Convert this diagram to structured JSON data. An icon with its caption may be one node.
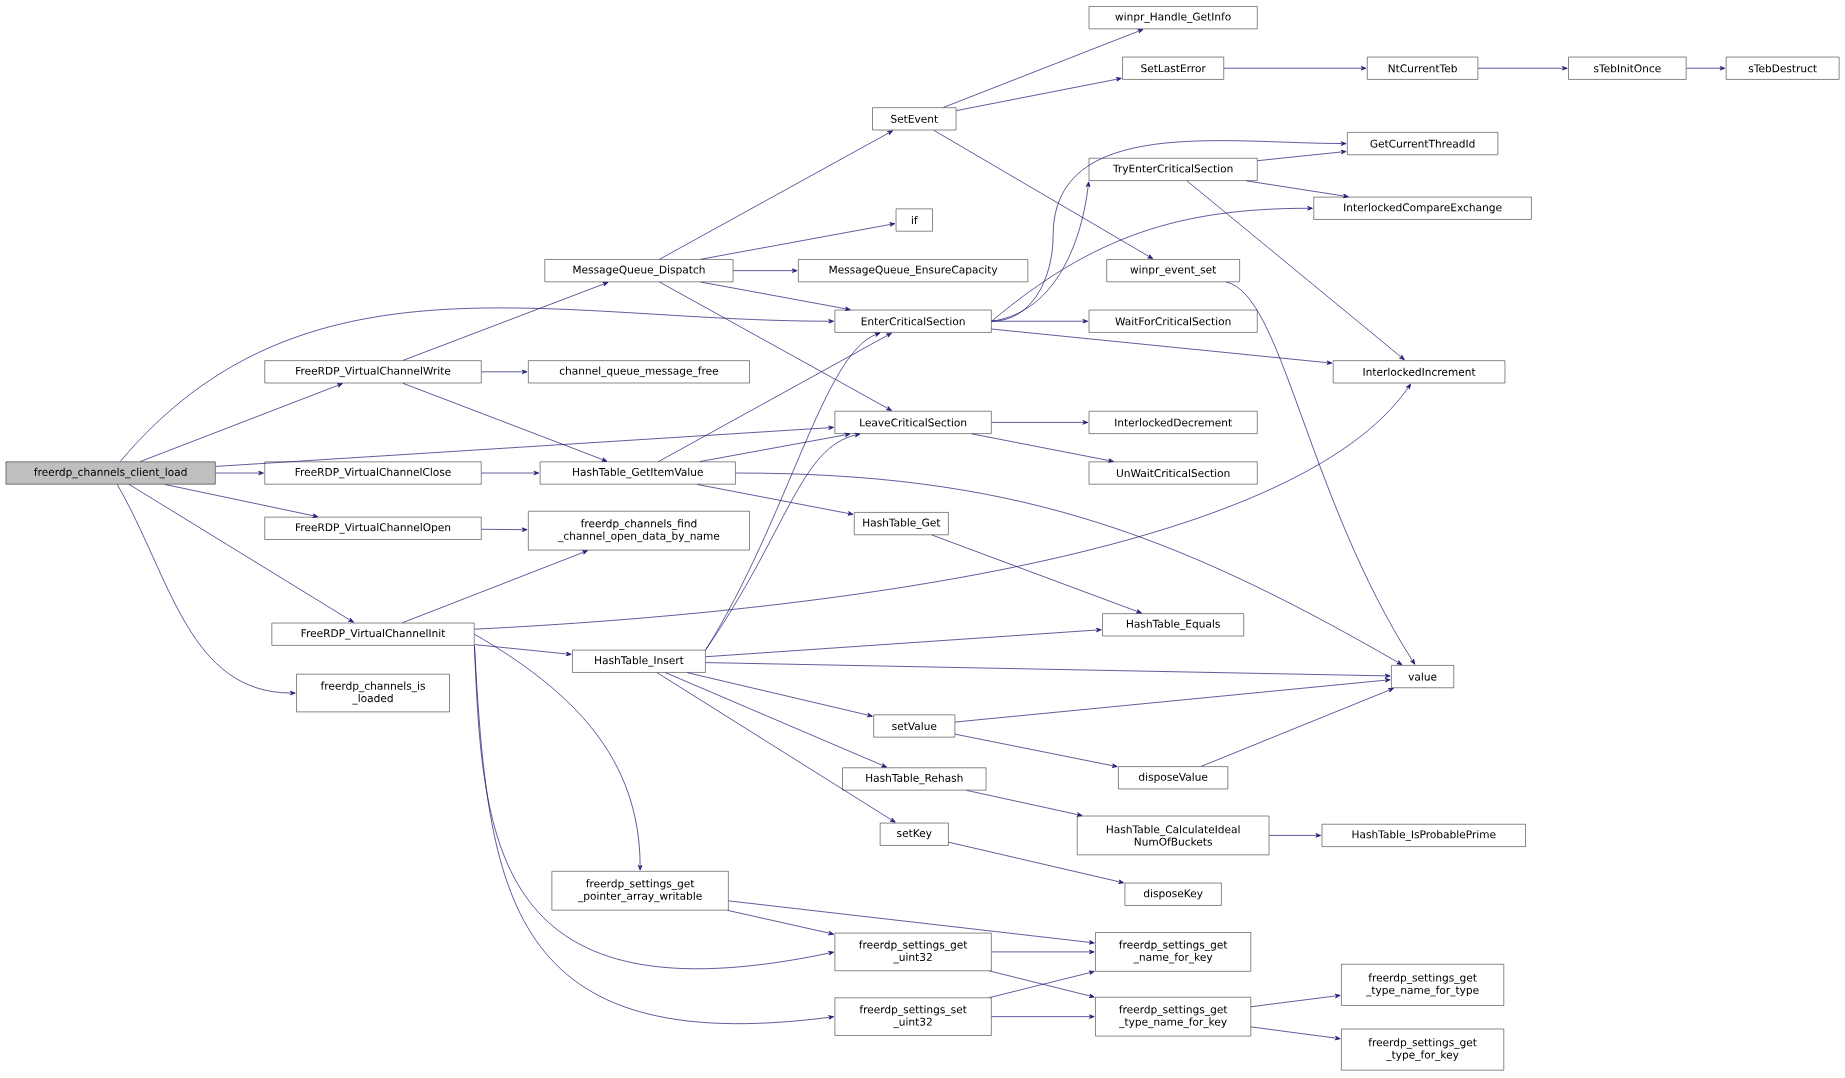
{
  "diagram": {
    "nodes": [
      {
        "text": [
          "freerdp_channels_client_load"
        ]
      },
      {
        "text": [
          "FreeRDP_VirtualChannelWrite"
        ]
      },
      {
        "text": [
          "FreeRDP_VirtualChannelClose"
        ]
      },
      {
        "text": [
          "FreeRDP_VirtualChannelOpen"
        ]
      },
      {
        "text": [
          "FreeRDP_VirtualChannelInit"
        ]
      },
      {
        "text": [
          "freerdp_channels_is _loaded"
        ]
      },
      {
        "text": [
          "MessageQueue_Dispatch"
        ]
      },
      {
        "text": [
          "channel_queue_message_free"
        ]
      },
      {
        "text": [
          "HashTable_GetItemValue"
        ]
      },
      {
        "text": [
          "freerdp_channels_find _channel_open_data_by_name"
        ]
      },
      {
        "text": [
          "HashTable_Insert"
        ]
      },
      {
        "text": [
          "freerdp_settings_get _pointer_array_writable"
        ]
      },
      {
        "text": [
          "SetEvent"
        ]
      },
      {
        "text": [
          "if"
        ]
      },
      {
        "text": [
          "MessageQueue_EnsureCapacity"
        ]
      },
      {
        "text": [
          "EnterCriticalSection"
        ]
      },
      {
        "text": [
          "LeaveCriticalSection"
        ]
      },
      {
        "text": [
          "HashTable_Get"
        ]
      },
      {
        "text": [
          "setValue"
        ]
      },
      {
        "text": [
          "HashTable_Rehash"
        ]
      },
      {
        "text": [
          "setKey"
        ]
      },
      {
        "text": [
          "freerdp_settings_get _uint32"
        ]
      },
      {
        "text": [
          "freerdp_settings_set _uint32"
        ]
      },
      {
        "text": [
          "winpr_Handle_GetInfo"
        ]
      },
      {
        "text": [
          "SetLastError"
        ]
      },
      {
        "text": [
          "TryEnterCriticalSection"
        ]
      },
      {
        "text": [
          "winpr_event_set"
        ]
      },
      {
        "text": [
          "WaitForCriticalSection"
        ]
      },
      {
        "text": [
          "InterlockedDecrement"
        ]
      },
      {
        "text": [
          "UnWaitCriticalSection"
        ]
      },
      {
        "text": [
          "HashTable_Equals"
        ]
      },
      {
        "text": [
          "disposeValue"
        ]
      },
      {
        "text": [
          "HashTable_CalculateIdeal NumOfBuckets"
        ]
      },
      {
        "text": [
          "disposeKey"
        ]
      },
      {
        "text": [
          "freerdp_settings_get _name_for_key"
        ]
      },
      {
        "text": [
          "freerdp_settings_get _type_name_for_key"
        ]
      },
      {
        "text": [
          "NtCurrentTeb"
        ]
      },
      {
        "text": [
          "GetCurrentThreadId"
        ]
      },
      {
        "text": [
          "InterlockedCompareExchange"
        ]
      },
      {
        "text": [
          "InterlockedIncrement"
        ]
      },
      {
        "text": [
          "value"
        ]
      },
      {
        "text": [
          "HashTable_IsProbablePrime"
        ]
      },
      {
        "text": [
          "freerdp_settings_get _type_name_for_type"
        ]
      },
      {
        "text": [
          "freerdp_settings_get _type_for_key"
        ]
      },
      {
        "text": [
          "sTebInitOnce"
        ]
      },
      {
        "text": [
          "sTebDestruct"
        ]
      }
    ],
    "edges": [
      {
        "from": 0,
        "to": 15,
        "arrow": "to"
      },
      {
        "from": 0,
        "to": 1,
        "arrow": "to"
      },
      {
        "from": 0,
        "to": 16,
        "arrow": "to"
      },
      {
        "from": 0,
        "to": 2,
        "arrow": "to"
      },
      {
        "from": 0,
        "to": 3,
        "arrow": "to"
      },
      {
        "from": 0,
        "to": 4,
        "arrow": "to"
      },
      {
        "from": 0,
        "to": 5,
        "arrow": "to"
      },
      {
        "from": 1,
        "to": 6,
        "arrow": "to"
      },
      {
        "from": 1,
        "to": 7,
        "arrow": "to"
      },
      {
        "from": 1,
        "to": 8,
        "arrow": "to"
      },
      {
        "from": 2,
        "to": 8,
        "arrow": "to"
      },
      {
        "from": 3,
        "to": 9,
        "arrow": "to"
      },
      {
        "from": 4,
        "to": 9,
        "arrow": "to"
      },
      {
        "from": 4,
        "to": 39,
        "arrow": "to"
      },
      {
        "from": 4,
        "to": 10,
        "arrow": "to"
      },
      {
        "from": 4,
        "to": 11,
        "arrow": "to"
      },
      {
        "from": 4,
        "to": 21,
        "arrow": "to"
      },
      {
        "from": 4,
        "to": 22,
        "arrow": "to"
      },
      {
        "from": 6,
        "to": 12,
        "arrow": "to"
      },
      {
        "from": 6,
        "to": 13,
        "arrow": "to"
      },
      {
        "from": 6,
        "to": 14,
        "arrow": "to"
      },
      {
        "from": 6,
        "to": 15,
        "arrow": "to"
      },
      {
        "from": 6,
        "to": 16,
        "arrow": "to"
      },
      {
        "from": 8,
        "to": 15,
        "arrow": "to"
      },
      {
        "from": 8,
        "to": 16,
        "arrow": "to"
      },
      {
        "from": 8,
        "to": 17,
        "arrow": "to"
      },
      {
        "from": 8,
        "to": 40,
        "arrow": "to"
      },
      {
        "from": 10,
        "to": 15,
        "arrow": "to"
      },
      {
        "from": 10,
        "to": 16,
        "arrow": "to"
      },
      {
        "from": 10,
        "to": 30,
        "arrow": "to"
      },
      {
        "from": 10,
        "to": 40,
        "arrow": "to"
      },
      {
        "from": 10,
        "to": 18,
        "arrow": "to"
      },
      {
        "from": 10,
        "to": 19,
        "arrow": "to"
      },
      {
        "from": 10,
        "to": 20,
        "arrow": "to"
      },
      {
        "from": 11,
        "to": 34,
        "arrow": "to"
      },
      {
        "from": 11,
        "to": 21,
        "arrow": "to"
      },
      {
        "from": 12,
        "to": 23,
        "arrow": "to"
      },
      {
        "from": 12,
        "to": 24,
        "arrow": "to"
      },
      {
        "from": 12,
        "to": 26,
        "arrow": "to"
      },
      {
        "from": 15,
        "to": 25,
        "arrow": "to"
      },
      {
        "from": 15,
        "to": 37,
        "arrow": "to"
      },
      {
        "from": 15,
        "to": 38,
        "arrow": "to"
      },
      {
        "from": 15,
        "to": 27,
        "arrow": "to"
      },
      {
        "from": 15,
        "to": 39,
        "arrow": "to"
      },
      {
        "from": 16,
        "to": 28,
        "arrow": "to"
      },
      {
        "from": 16,
        "to": 29,
        "arrow": "to"
      },
      {
        "from": 17,
        "to": 30,
        "arrow": "to"
      },
      {
        "from": 18,
        "to": 40,
        "arrow": "to"
      },
      {
        "from": 18,
        "to": 31,
        "arrow": "to"
      },
      {
        "from": 19,
        "to": 32,
        "arrow": "to"
      },
      {
        "from": 20,
        "to": 33,
        "arrow": "to"
      },
      {
        "from": 21,
        "to": 34,
        "arrow": "to"
      },
      {
        "from": 21,
        "to": 35,
        "arrow": "to"
      },
      {
        "from": 22,
        "to": 34,
        "arrow": "to"
      },
      {
        "from": 22,
        "to": 35,
        "arrow": "to"
      },
      {
        "from": 24,
        "to": 36,
        "arrow": "to"
      },
      {
        "from": 25,
        "to": 37,
        "arrow": "to"
      },
      {
        "from": 25,
        "to": 38,
        "arrow": "to"
      },
      {
        "from": 25,
        "to": 39,
        "arrow": "to"
      },
      {
        "from": 26,
        "to": 40,
        "arrow": "to"
      },
      {
        "from": 31,
        "to": 40,
        "arrow": "to"
      },
      {
        "from": 32,
        "to": 41,
        "arrow": "to"
      },
      {
        "from": 35,
        "to": 42,
        "arrow": "to"
      },
      {
        "from": 35,
        "to": 43,
        "arrow": "to"
      },
      {
        "from": 36,
        "to": 44,
        "arrow": "to"
      },
      {
        "from": 44,
        "to": 45,
        "arrow": "to"
      }
    ]
  }
}
